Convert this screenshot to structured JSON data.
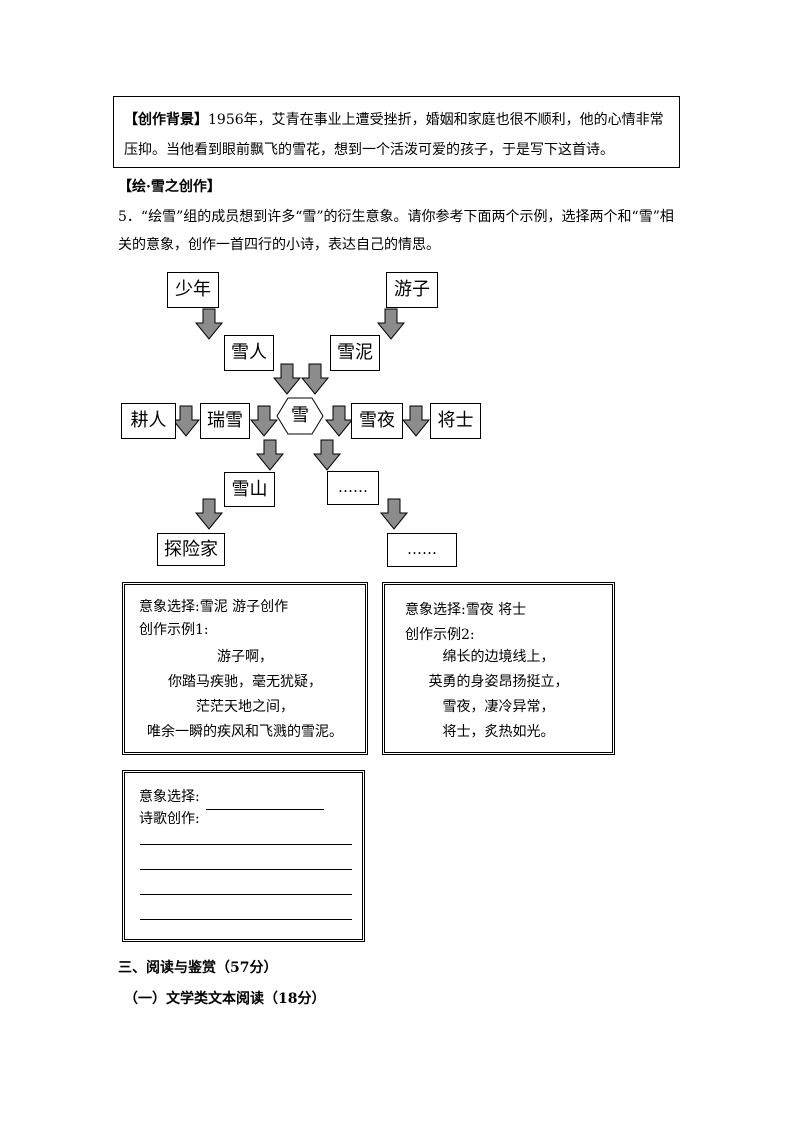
{
  "background": {
    "label": "【创作背景】",
    "text": "1956年，艾青在事业上遭受挫折，婚姻和家庭也很不顺利，他的心情非常压抑。当他看到眼前飘飞的雪花，想到一个活泼可爱的孩子，于是写下这首诗。"
  },
  "section_title": "【绘·雪之创作】",
  "question": "5．“绘雪”组的成员想到许多“雪”的衍生意象。请你参考下面两个示例，选择两个和“雪”相关的意象，创作一首四行的小诗，表达自己的情思。",
  "diagram": {
    "shaonian": "少年",
    "youzi": "游子",
    "xueren": "雪人",
    "xueni": "雪泥",
    "gengren": "耕人",
    "ruixue": "瑞雪",
    "xue": "雪",
    "xueye": "雪夜",
    "jiangshi": "将士",
    "xueshan": "雪山",
    "ellipsis1": "……",
    "tanxianjia": "探险家",
    "ellipsis2": "……"
  },
  "example1": {
    "selection": "意象选择:雪泥  游子创作",
    "label": "创作示例1:",
    "lines": [
      "游子啊，",
      "你踏马疾驰，毫无犹疑，",
      "茫茫天地之间，",
      "唯余一瞬的疾风和飞溅的雪泥。"
    ]
  },
  "example2": {
    "selection": "意象选择:雪夜  将士",
    "label": "创作示例2:",
    "lines": [
      "绵长的边境线上，",
      "英勇的身姿昂扬挺立，",
      "雪夜，凄冷异常，",
      "将士，炙热如光。"
    ]
  },
  "answer": {
    "selection_label": "意象选择:",
    "poem_label": "诗歌创作:"
  },
  "part3_heading": "三、阅读与鉴赏（57分）",
  "part3_sub": "（一）文学类文本阅读（18分）",
  "colors": {
    "arrow_fill": "#8c8c8c",
    "arrow_stroke": "#000000"
  }
}
